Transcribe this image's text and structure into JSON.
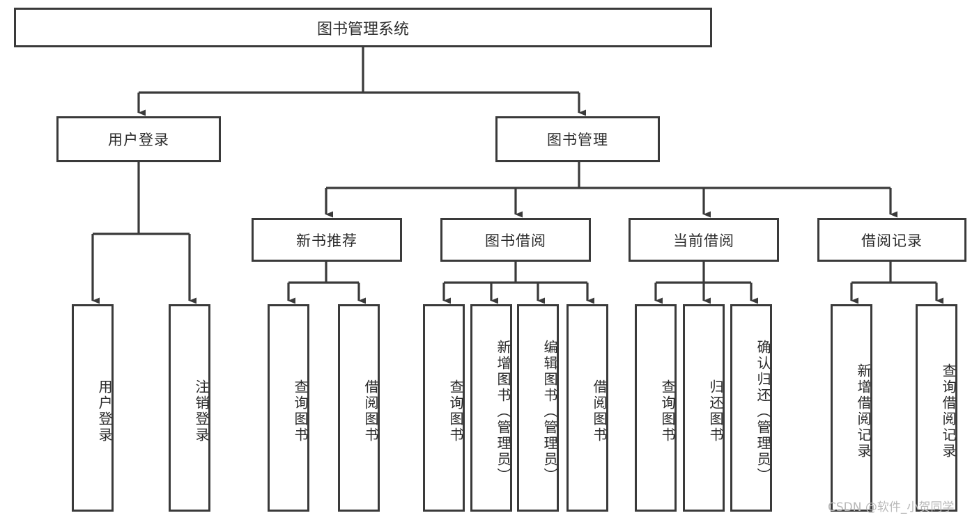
{
  "diagram": {
    "title": "图书管理系统",
    "watermark": "CSDN @软件_小贺同学",
    "colors": {
      "stroke": "#3a3a3a",
      "text": "#2b2b2b",
      "background": "#ffffff",
      "watermark": "#b9b9b9"
    }
  },
  "nodes": {
    "root": {
      "label": "图书管理系统"
    },
    "level1": [
      {
        "label": "用户登录"
      },
      {
        "label": "图书管理"
      }
    ],
    "level2": [
      {
        "label": "新书推荐"
      },
      {
        "label": "图书借阅"
      },
      {
        "label": "当前借阅"
      },
      {
        "label": "借阅记录"
      }
    ],
    "leaves": {
      "user_login": [
        {
          "label": "用户登录"
        },
        {
          "label": "注销登录"
        }
      ],
      "new_book": [
        {
          "label": "查询图书"
        },
        {
          "label": "借阅图书"
        }
      ],
      "book_borrow": [
        {
          "label": "查询图书"
        },
        {
          "label": "新增图书（管理员）"
        },
        {
          "label": "编辑图书（管理员）"
        },
        {
          "label": "借阅图书"
        }
      ],
      "current_borrow": [
        {
          "label": "查询图书"
        },
        {
          "label": "归还图书"
        },
        {
          "label": "确认归还（管理员）"
        }
      ],
      "borrow_record": [
        {
          "label": "新增借阅记录"
        },
        {
          "label": "查询借阅记录"
        }
      ]
    }
  }
}
